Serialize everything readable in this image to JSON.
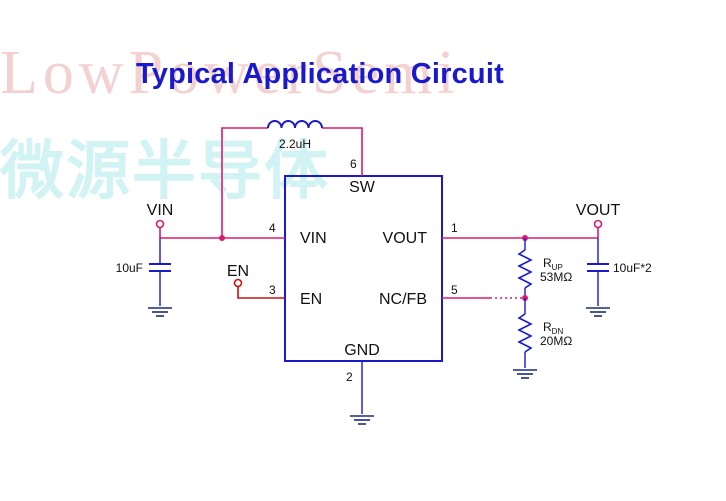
{
  "watermark": {
    "english": "LowPowerSemi",
    "chinese": "微源半导体"
  },
  "title": "Typical Application Circuit",
  "ic": {
    "pins": {
      "sw": "SW",
      "vin": "VIN",
      "vout": "VOUT",
      "en": "EN",
      "ncfb": "NC/FB",
      "gnd": "GND"
    },
    "pin_numbers": {
      "sw": "6",
      "vin": "4",
      "vout": "1",
      "en": "3",
      "ncfb": "5",
      "gnd": "2"
    }
  },
  "nets": {
    "vin": "VIN",
    "vout": "VOUT",
    "en": "EN"
  },
  "components": {
    "inductor": "2.2uH",
    "cin": "10uF",
    "cout": "10uF*2",
    "rup_name": "R",
    "rup_sub": "UP",
    "rup_value": "53MΩ",
    "rdn_name": "R",
    "rdn_sub": "DN",
    "rdn_value": "20MΩ"
  },
  "colors": {
    "wire": "#d81b6e",
    "line": "#1a1acc",
    "ground": "#1a2b7a"
  }
}
